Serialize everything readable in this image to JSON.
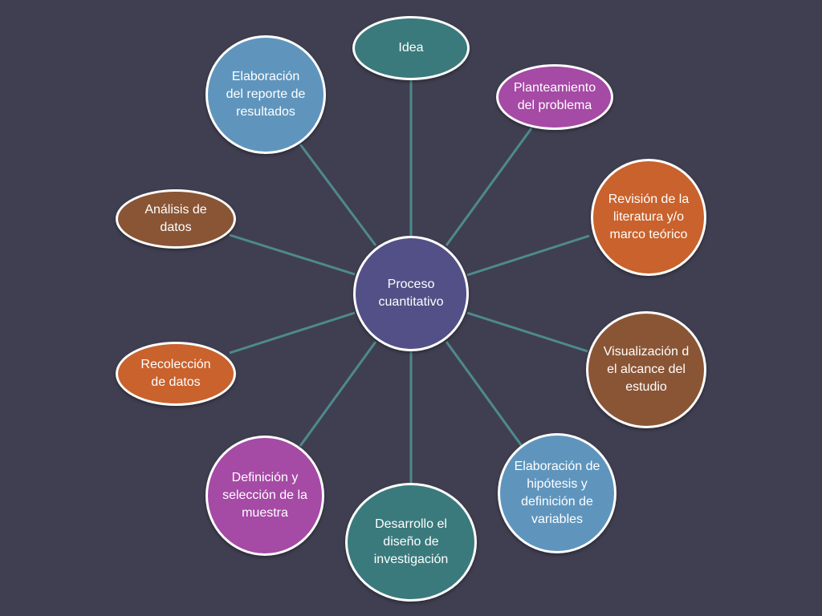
{
  "diagram": {
    "center": {
      "label": "Proceso cuantitativo",
      "color": "#525087"
    },
    "nodes": [
      {
        "id": "idea",
        "label": "Idea",
        "color": "#3a7a7c"
      },
      {
        "id": "planteamiento",
        "label": "Planteamiento del problema",
        "color": "#a54aa5"
      },
      {
        "id": "revision",
        "label": "Revisión de la literatura y/o marco teórico",
        "color": "#c9622c"
      },
      {
        "id": "visualizacion",
        "label": "Visualización del alcance del estudio",
        "color": "#8a5535"
      },
      {
        "id": "hipotesis",
        "label": "Elaboración de hipótesis y definición de variables",
        "color": "#5f95bd"
      },
      {
        "id": "diseno",
        "label": "Desarrollo el diseño de investigación",
        "color": "#3a7a7c"
      },
      {
        "id": "muestra",
        "label": "Definición y selección de la muestra",
        "color": "#a54aa5"
      },
      {
        "id": "recoleccion",
        "label": "Recolección de datos",
        "color": "#c9622c"
      },
      {
        "id": "analisis",
        "label": "Análisis de datos",
        "color": "#8a5535"
      },
      {
        "id": "reporte",
        "label": "Elaboración del reporte de resultados",
        "color": "#5f95bd"
      }
    ],
    "connector_color": "#4e8a8c",
    "background": "#403f51"
  }
}
